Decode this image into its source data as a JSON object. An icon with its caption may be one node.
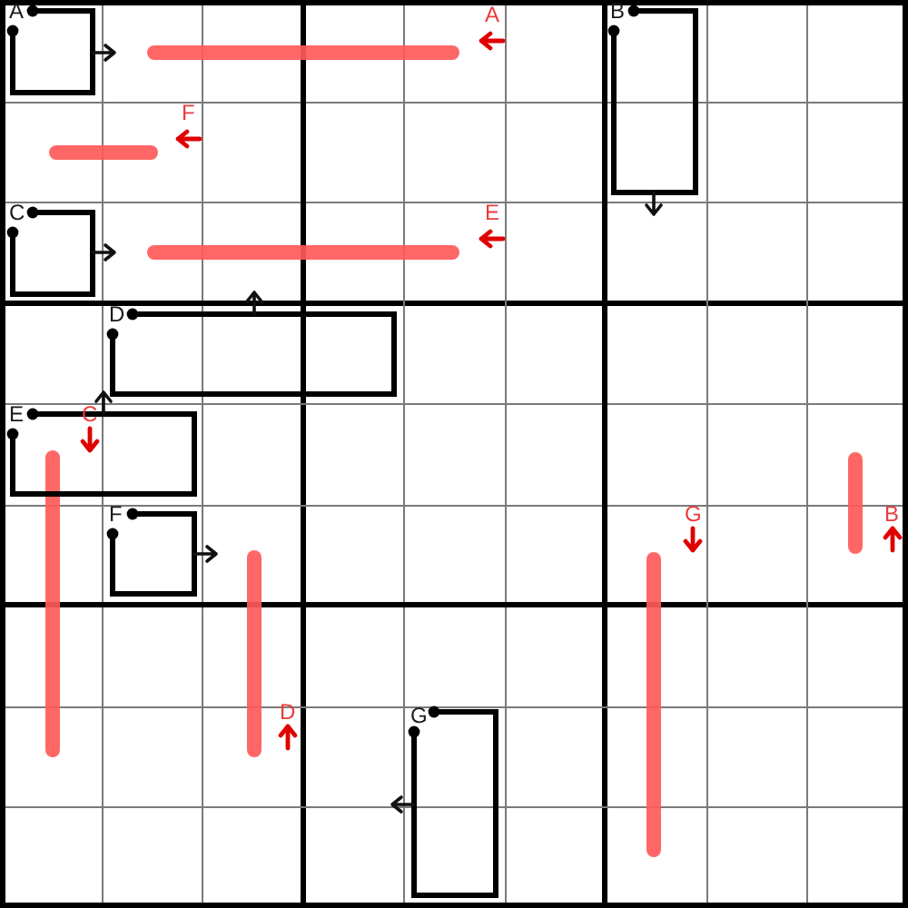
{
  "diagram": {
    "nodes": [
      {
        "text": [
          "A"
        ]
      },
      {
        "text": [],
        "shape": "bar",
        "beside": [
          "A"
        ]
      },
      {
        "text": [
          "B"
        ]
      },
      {
        "text": [],
        "shape": "bar",
        "beside": [
          "F"
        ]
      },
      {
        "text": [
          "C"
        ]
      },
      {
        "text": [],
        "shape": "bar",
        "beside": [
          "E"
        ]
      },
      {
        "text": [
          "D"
        ]
      },
      {
        "text": [
          "E"
        ]
      },
      {
        "text": [],
        "shape": "bar"
      },
      {
        "text": [],
        "shape": "bar",
        "beside": [
          "B"
        ]
      },
      {
        "text": [
          "F"
        ]
      },
      {
        "text": [],
        "shape": "bar",
        "beside": [
          "D"
        ]
      },
      {
        "text": [],
        "shape": "bar",
        "beside": [
          "G"
        ]
      },
      {
        "text": [
          "G"
        ]
      }
    ],
    "labels": [
      "C"
    ]
  }
}
